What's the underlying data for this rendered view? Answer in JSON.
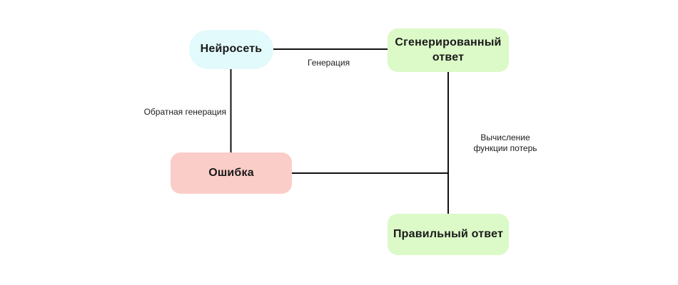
{
  "canvas": {
    "background": "#ffffff",
    "line_color": "#111111",
    "node_text_color": "#1a1a1a",
    "label_text_color": "#1c1c1c"
  },
  "diagram": {
    "nodes": [
      {
        "id": "neural-network",
        "label": "Нейросеть",
        "fill": "#E2FAFC"
      },
      {
        "id": "generated-answer",
        "label": "Сгенерированный ответ",
        "fill": "#DCF9C8"
      },
      {
        "id": "error",
        "label": "Ошибка",
        "fill": "#FBCDC9"
      },
      {
        "id": "correct-answer",
        "label": "Правильный ответ",
        "fill": "#DCF9C8"
      }
    ],
    "edges": [
      {
        "from": "neural-network",
        "to": "generated-answer",
        "label": "Генерация"
      },
      {
        "from": "neural-network",
        "to": "error",
        "label": "Обратная генерация"
      },
      {
        "from": "generated-answer",
        "to": "correct-answer",
        "label": "Вычисление функции потерь"
      },
      {
        "from": "error",
        "to": "loss-line",
        "label": ""
      }
    ]
  }
}
